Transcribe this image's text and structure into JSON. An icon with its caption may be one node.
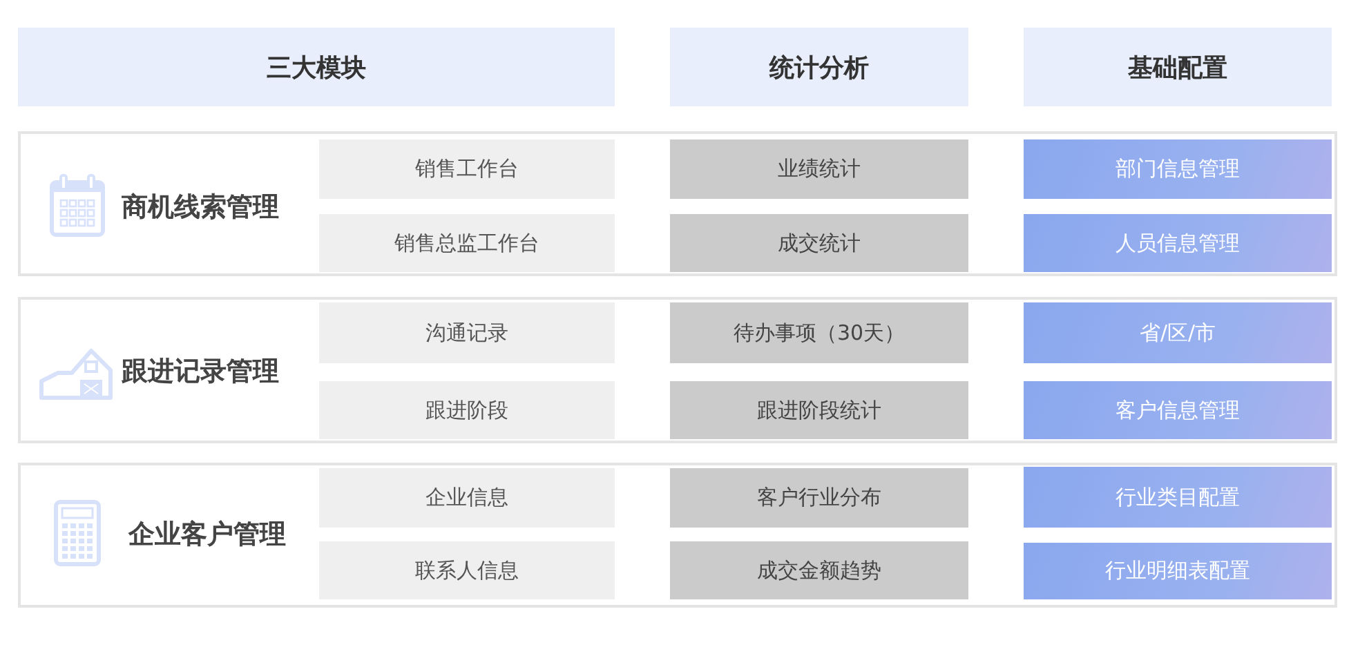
{
  "diagram": {
    "nodes": [
      {
        "text": [
          "三大模块"
        ]
      },
      {
        "text": [
          "统计分析"
        ]
      },
      {
        "text": [
          "基础配置"
        ]
      },
      {
        "text": [
          "商机线索管理"
        ]
      },
      {
        "text": [
          "销售工作台"
        ],
        "in": 3
      },
      {
        "text": [
          "业绩统计"
        ],
        "in": 3
      },
      {
        "text": [
          "部门信息管理"
        ],
        "in": 3
      },
      {
        "text": [
          "销售总监工作台"
        ],
        "in": 3
      },
      {
        "text": [
          "成交统计"
        ],
        "in": 3
      },
      {
        "text": [
          "人员信息管理"
        ],
        "in": 3
      },
      {
        "text": [
          "跟进记录管理"
        ]
      },
      {
        "text": [
          "沟通记录"
        ],
        "in": 10
      },
      {
        "text": [
          "待办事项（30天）"
        ],
        "in": 10
      },
      {
        "text": [
          "省/区/市"
        ],
        "in": 10
      },
      {
        "text": [
          "跟进阶段"
        ],
        "in": 10
      },
      {
        "text": [
          "跟进阶段统计"
        ],
        "in": 10
      },
      {
        "text": [
          "客户信息管理"
        ],
        "in": 10
      },
      {
        "text": [
          "企业客户管理"
        ]
      },
      {
        "text": [
          "企业信息"
        ],
        "in": 17
      },
      {
        "text": [
          "客户行业分布"
        ],
        "in": 17
      },
      {
        "text": [
          "行业类目配置"
        ],
        "in": 17
      },
      {
        "text": [
          "联系人信息"
        ],
        "in": 17
      },
      {
        "text": [
          "成交金额趋势"
        ],
        "in": 17
      },
      {
        "text": [
          "行业明细表配置"
        ],
        "in": 17
      }
    ]
  }
}
